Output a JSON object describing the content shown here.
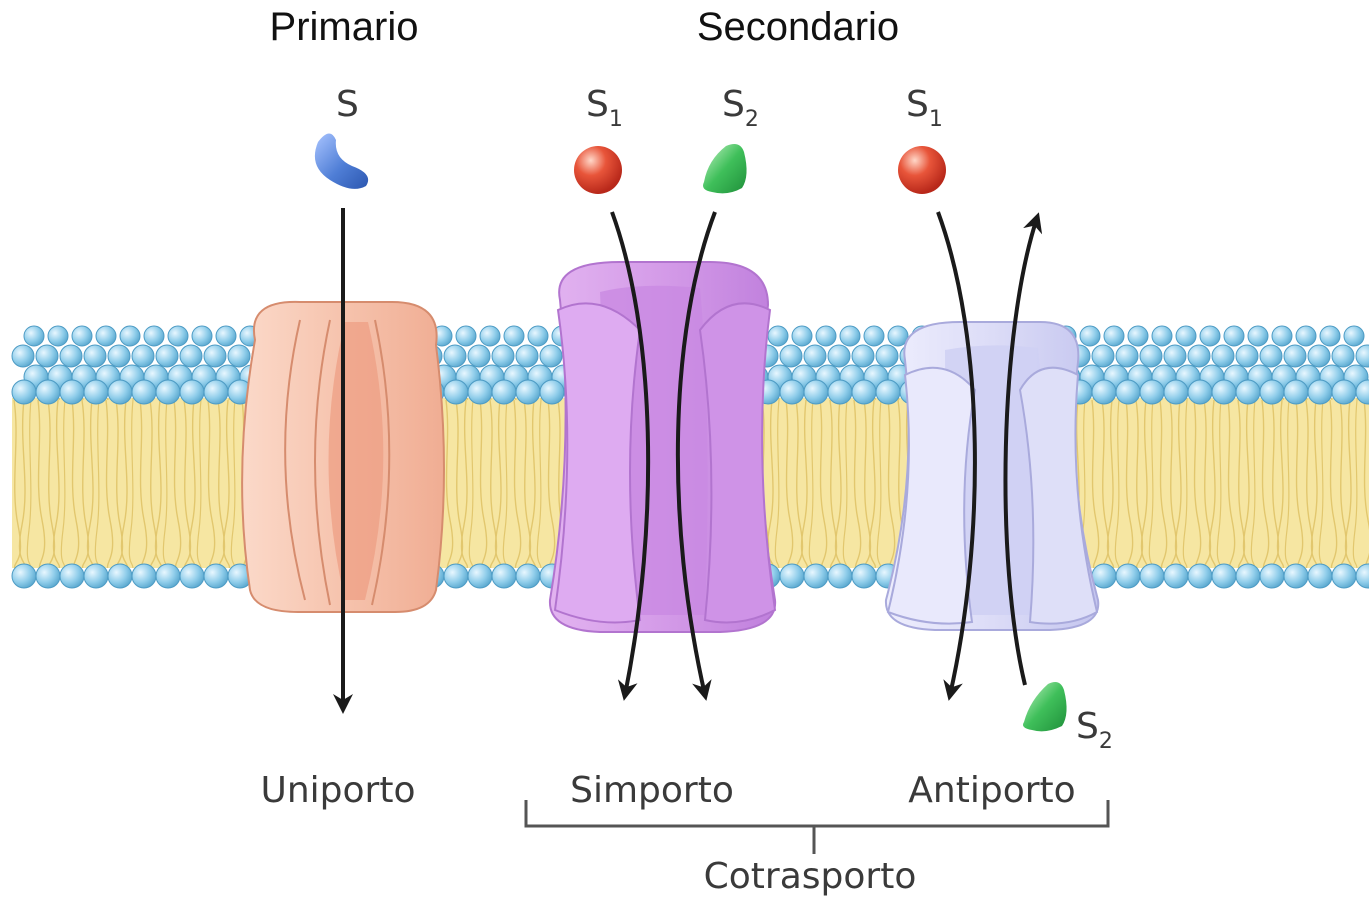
{
  "headers": {
    "primary": "Primario",
    "secondary": "Secondario"
  },
  "substrates": {
    "uniport_s": {
      "base": "S",
      "sub": ""
    },
    "symport_s1": {
      "base": "S",
      "sub": "1"
    },
    "symport_s2": {
      "base": "S",
      "sub": "2"
    },
    "antiport_s1": {
      "base": "S",
      "sub": "1"
    },
    "antiport_s2": {
      "base": "S",
      "sub": "2"
    }
  },
  "transport_labels": {
    "uniport": "Uniporto",
    "symport": "Simporto",
    "antiport": "Antiporto",
    "cotransport": "Cotrasporto"
  },
  "colors": {
    "head_group": "#8fcdea",
    "lipid_tail_band": "#f6e6a2",
    "uniporter": "#f6c3ad",
    "symporter": "#d49be8",
    "antiporter": "#dcdcf7",
    "substrate_blue": "#4f7ed6",
    "substrate_red": "#e0432a",
    "substrate_green": "#3fbf5a"
  }
}
